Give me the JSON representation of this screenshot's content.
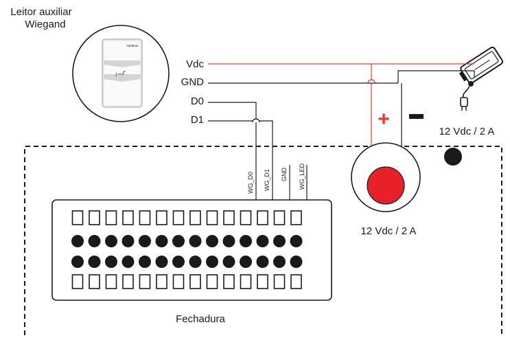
{
  "reader": {
    "title_line1": "Leitor auxiliar",
    "title_line2": "Wiegand",
    "brand": "intelbras"
  },
  "wires": {
    "vdc": "Vdc",
    "gnd": "GND",
    "d0": "D0",
    "d1": "D1"
  },
  "pins": {
    "wg_d0": "WG_D0",
    "wg_d1": "WG_D1",
    "gnd": "GND",
    "wg_led": "WG_LED"
  },
  "power": {
    "supply_label": "12 Vdc / 2 A",
    "jack_label": "12 Vdc / 2 A",
    "plus": "+",
    "minus": "−"
  },
  "lock": {
    "label": "Fechadura"
  },
  "colors": {
    "positive": "#e53935",
    "wire": "#1a1a1a",
    "jack": "#e8202a"
  }
}
